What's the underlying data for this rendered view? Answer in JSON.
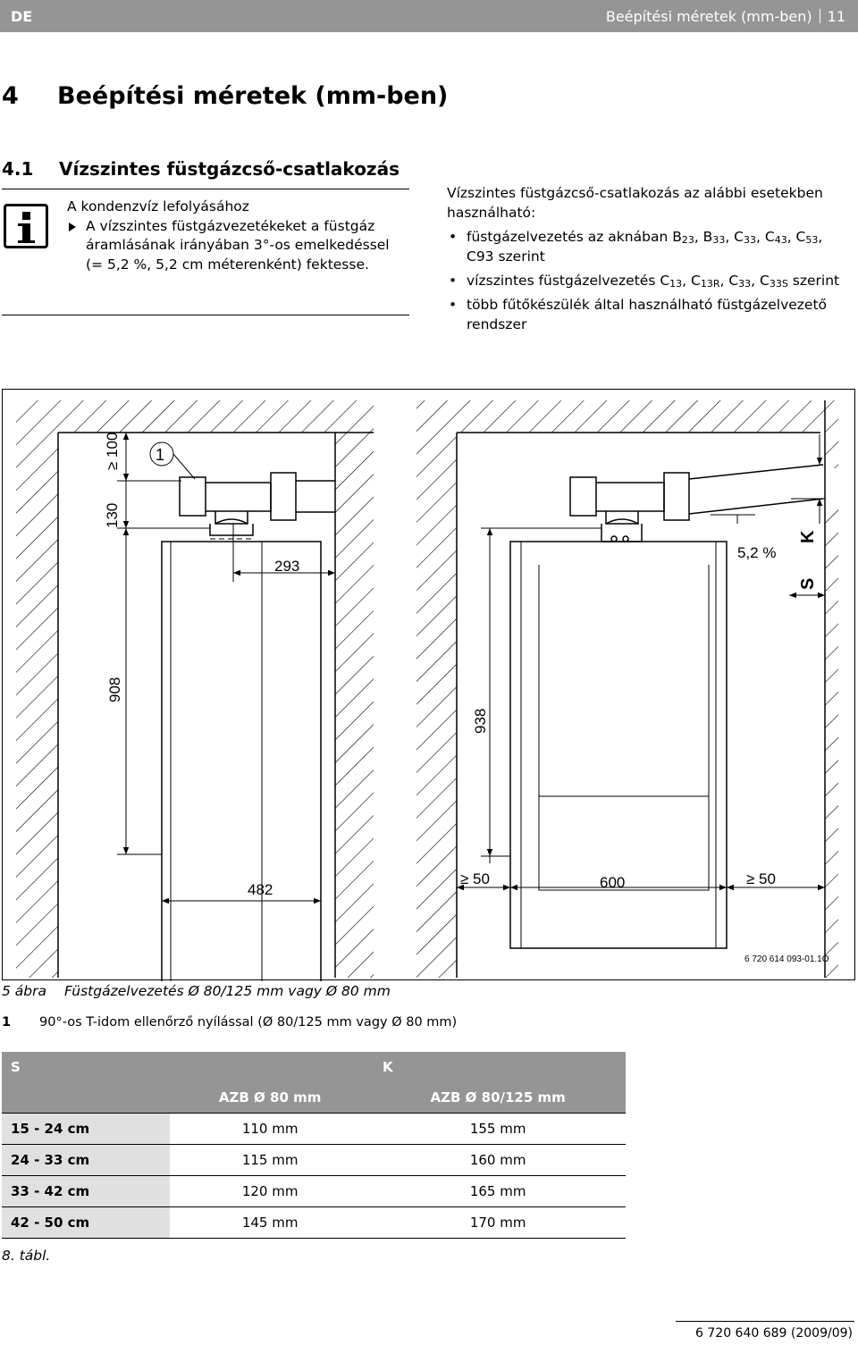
{
  "header": {
    "lang": "DE",
    "section": "Beépítési méretek (mm-ben)",
    "page": "11"
  },
  "heading": {
    "number": "4",
    "title": "Beépítési méretek (mm-ben)"
  },
  "subheading": {
    "number": "4.1",
    "title": "Vízszintes füstgázcső-csatlakozás"
  },
  "info": {
    "icon": "info-icon",
    "intro": "A kondenzvíz lefolyásához",
    "step": "A vízszintes füstgázvezetékeket a füstgáz áramlásának irányában 3°-os emelkedéssel (= 5,2 %, 5,2 cm méterenként) fektesse."
  },
  "right": {
    "intro": "Vízszintes füstgázcső-csatlakozás az alábbi esetekben használható:",
    "bullet1": {
      "pre": "füstgázelvezetés az aknában B",
      "s1": "23",
      "t1": ", B",
      "s2": "33",
      "t2": ", C",
      "s3": "33",
      "t3": ", C",
      "s4": "43",
      "t4": ", C",
      "s5": "53",
      "post": ", C93 szerint"
    },
    "bullet2": {
      "pre": "vízszintes füstgázelvezetés C",
      "s1": "13",
      "t1": ", C",
      "s2": "13R",
      "t2": ", C",
      "s3": "33",
      "t3": ", C",
      "s4": "33S",
      "post": " szerint"
    },
    "bullet3": "több fűtőkészülék által használható füstgázelvezető rendszer"
  },
  "figure": {
    "dims": {
      "d100": "≥ 100",
      "d130": "130",
      "callout1": "1",
      "d293": "293",
      "d908": "908",
      "d482": "482",
      "d938": "938",
      "d50a": "≥ 50",
      "d600": "600",
      "d50b": "≥ 50",
      "slope": "5,2 %",
      "k": "K",
      "s": "S"
    },
    "code": "6 720 614 093-01.1O"
  },
  "caption": {
    "label": "5 ábra",
    "text": "Füstgázelvezetés Ø 80/125 mm vagy Ø 80 mm"
  },
  "legend": {
    "num": "1",
    "text": "90°-os T-idom ellenőrző nyílással (Ø 80/125 mm vagy Ø 80 mm)"
  },
  "table": {
    "col_s": "S",
    "col_k": "K",
    "sub1": "AZB Ø  80 mm",
    "sub2": "AZB Ø  80/125 mm",
    "rows": [
      {
        "s": "15 - 24 cm",
        "a": "110 mm",
        "b": "155 mm"
      },
      {
        "s": "24 - 33 cm",
        "a": "115 mm",
        "b": "160 mm"
      },
      {
        "s": "33 - 42 cm",
        "a": "120 mm",
        "b": "165 mm"
      },
      {
        "s": "42 - 50 cm",
        "a": "145 mm",
        "b": "170 mm"
      }
    ],
    "caption": "8. tábl."
  },
  "footer": "6 720 640 689 (2009/09)"
}
